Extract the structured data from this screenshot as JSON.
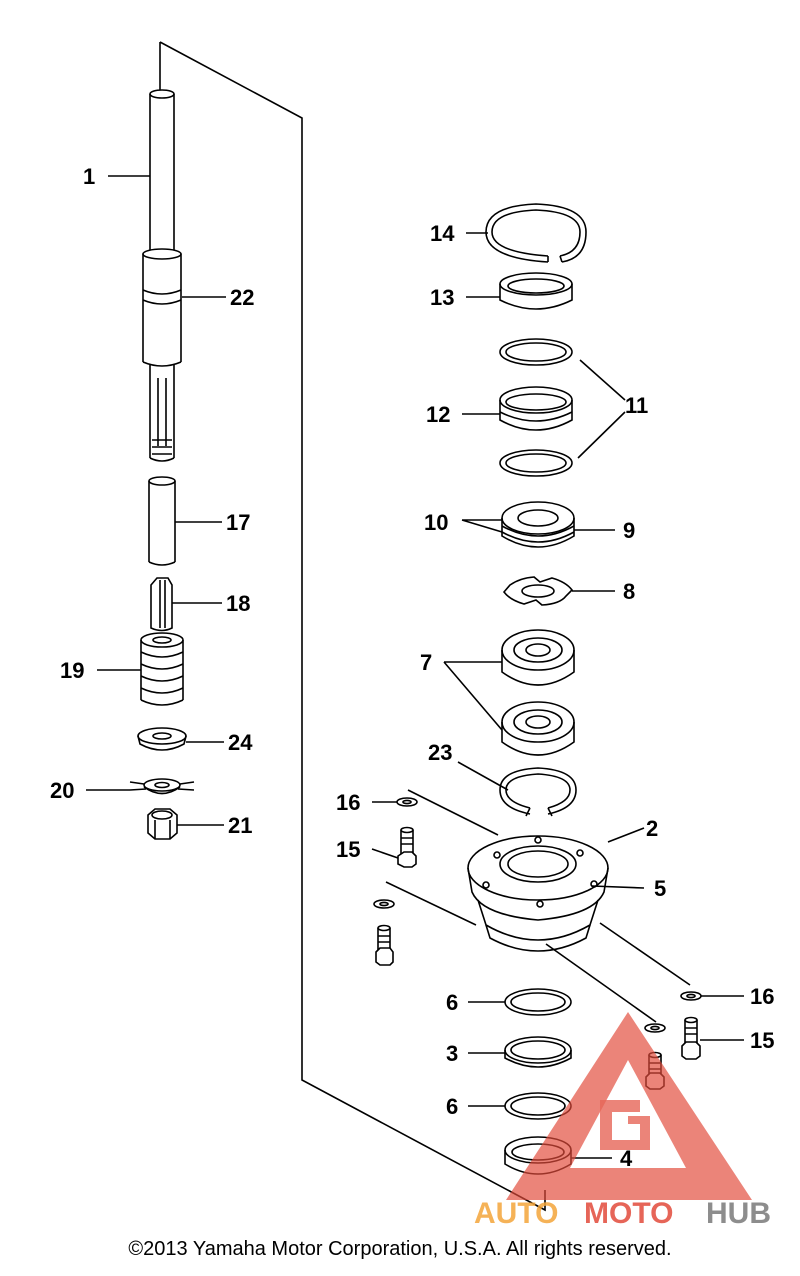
{
  "labels": {
    "l1": "1",
    "l22": "22",
    "l17": "17",
    "l18": "18",
    "l19": "19",
    "l24": "24",
    "l20": "20",
    "l21": "21",
    "l14": "14",
    "l13": "13",
    "l12": "12",
    "l11": "11",
    "l10": "10",
    "l9": "9",
    "l8": "8",
    "l7": "7",
    "l23": "23",
    "l16a": "16",
    "l15a": "15",
    "l2": "2",
    "l5": "5",
    "l16b": "16",
    "l15b": "15",
    "l6a": "6",
    "l3": "3",
    "l6b": "6",
    "l4": "4"
  },
  "watermark": {
    "part1": "AUTO",
    "part2": "MOTO",
    "part3": "HUB",
    "colors": {
      "red": "#e24b3b",
      "orange": "#f4a53a",
      "gray": "#7a7a7a"
    }
  },
  "copyright": "©2013 Yamaha Motor Corporation, U.S.A. All rights reserved."
}
